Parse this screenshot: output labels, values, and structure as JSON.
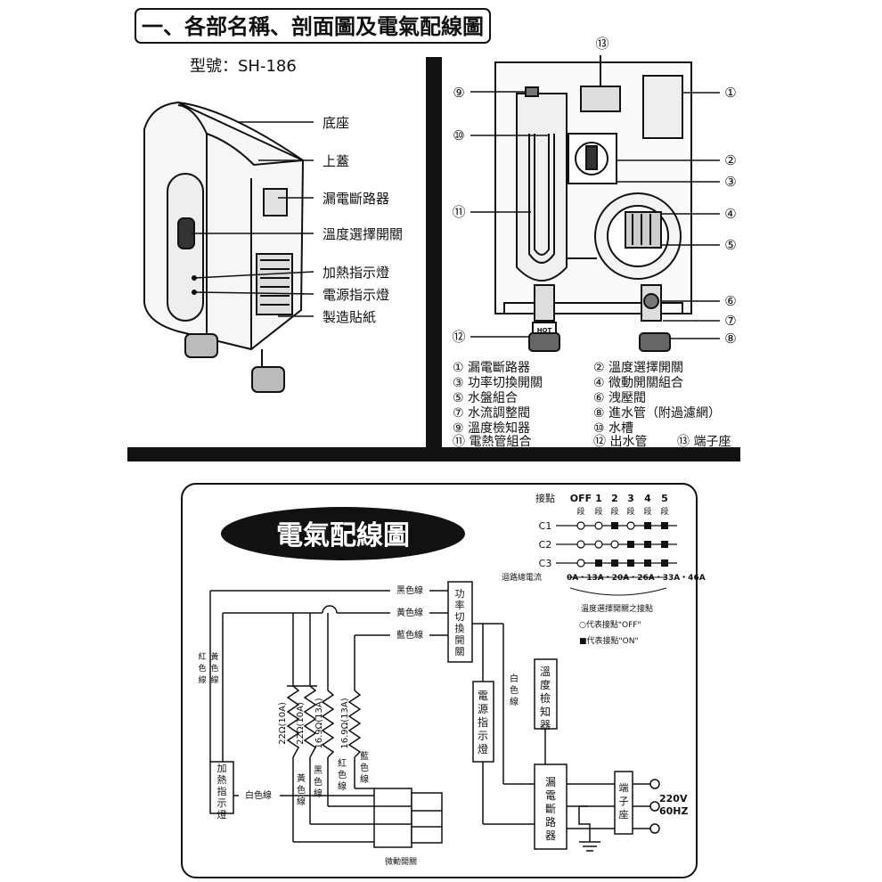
{
  "header": {
    "title": "一、各部名稱、剖面圖及電氣配線圖",
    "model": "型號：SH-186"
  },
  "exterior_labels": [
    "底座",
    "上蓋",
    "漏電斷路器",
    "溫度選擇開關",
    "加熱指示燈",
    "電源指示燈",
    "製造貼紙"
  ],
  "section": {
    "callouts": [
      "⑬",
      "⑨",
      "①",
      "⑩",
      "②",
      "③",
      "⑪",
      "④",
      "⑤",
      "⑥",
      "⑦",
      "⑫",
      "⑧"
    ],
    "hot_label": "HOT",
    "legend": [
      "① 漏電斷路器",
      "② 溫度選擇開關",
      "③ 功率切換開關",
      "④ 微動開關組合",
      "⑤ 水盤組合",
      "⑥ 洩壓閥",
      "⑦ 水流調整閥",
      "⑧ 進水管（附過濾網）",
      "⑨ 溫度檢知器",
      "⑩ 水槽",
      "⑪ 電熱管組合",
      "⑫ 出水管",
      "⑬ 端子座"
    ]
  },
  "wiring": {
    "title": "電氣配線圖",
    "contact_header": "接點",
    "positions": [
      "OFF",
      "1",
      "2",
      "3",
      "4",
      "5"
    ],
    "position_sub": [
      "段",
      "段",
      "段",
      "段",
      "段",
      "段"
    ],
    "rows": [
      "C1",
      "C2",
      "C3"
    ],
    "current_label": "迴路總電流",
    "currents": "0A・13A・20A・26A・33A・46A",
    "switch_note": "溫度選擇開關之接點",
    "off_note": "○代表接點\"OFF\"",
    "on_note": "■代表接點\"ON\"",
    "wires": {
      "black": "黑色線",
      "yellow": "黃色線",
      "blue": "藍色線",
      "white": "白色線",
      "red": "紅色線"
    },
    "vertical_labels": {
      "red_wire": "紅色線",
      "yellow_wire": "黃色線",
      "white_wire": "白色線",
      "power_switch": "功率切換開關",
      "power_lamp": "電源指示燈",
      "temp_sensor": "溫度檢知器",
      "breaker": "漏電斷路器",
      "terminal": "端子座",
      "heat_lamp": "加熱指示燈",
      "yellow_mid": "黃色線",
      "black_mid": "黑色線",
      "red_mid": "紅色線",
      "blue_mid": "藍色線"
    },
    "resistors": [
      "22Ω(10A)",
      "22Ω(10A)",
      "16.9Ω(13A)",
      "16.9Ω(13A)"
    ],
    "micro_switch": "微動開關",
    "voltage": "220V",
    "freq": "60HZ"
  },
  "on_matrix": [
    [
      0,
      0,
      1,
      0,
      1,
      1
    ],
    [
      0,
      0,
      0,
      1,
      1,
      1
    ],
    [
      0,
      1,
      1,
      1,
      1,
      1
    ]
  ]
}
